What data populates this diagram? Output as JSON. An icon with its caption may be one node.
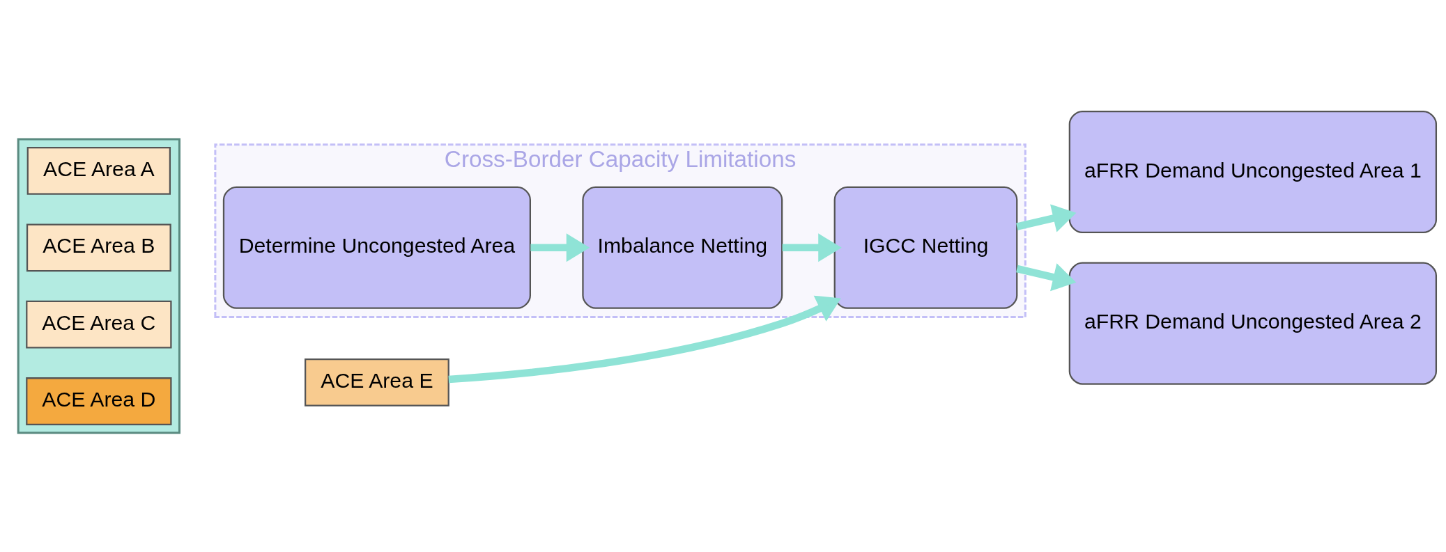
{
  "diagram": {
    "nodes": [
      {
        "text": [],
        "shape": "arrow"
      },
      {
        "text": [
          "ACE Area A"
        ],
        "in": 0
      },
      {
        "text": [
          "ACE Area B"
        ],
        "in": 0
      },
      {
        "text": [
          "ACE Area C"
        ],
        "in": 0
      },
      {
        "text": [
          "ACE Area D"
        ],
        "in": 0
      },
      {
        "text": [
          "ACE Area E"
        ]
      },
      {
        "text": [
          "Cross-Border Capacity Limitations"
        ]
      },
      {
        "text": [
          "Determine Uncongested Area"
        ],
        "in": 6
      },
      {
        "text": [
          "Imbalance Netting"
        ],
        "in": 6
      },
      {
        "text": [
          "IGCC Netting"
        ],
        "in": 6
      },
      {
        "text": [
          "aFRR Demand Uncongested Area 1"
        ]
      },
      {
        "text": [
          "aFRR Demand Uncongested Area 2"
        ]
      }
    ],
    "edges": [
      {
        "from": 7,
        "to": 8,
        "arrow": "to"
      },
      {
        "from": 8,
        "to": 9,
        "arrow": "to"
      },
      {
        "from": 9,
        "to": 10,
        "arrow": "to"
      },
      {
        "from": 9,
        "to": 11,
        "arrow": "to"
      },
      {
        "from": 5,
        "to": 9,
        "arrow": "to"
      }
    ]
  }
}
